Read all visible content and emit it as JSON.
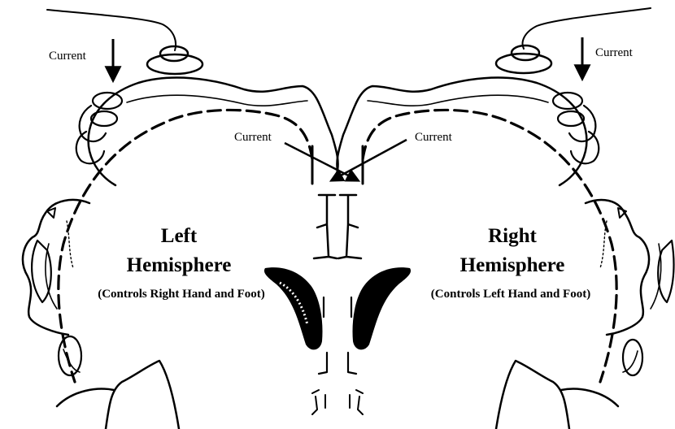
{
  "labels": {
    "current_top_left": "Current",
    "current_top_right": "Current",
    "current_mid_left": "Current",
    "current_mid_right": "Current"
  },
  "left_hemisphere": {
    "title_line1": "Left",
    "title_line2": "Hemisphere",
    "subtitle": "(Controls Right Hand and Foot)"
  },
  "right_hemisphere": {
    "title_line1": "Right",
    "title_line2": "Hemisphere",
    "subtitle": "(Controls Left Hand and Foot)"
  },
  "colors": {
    "ink": "#000000",
    "background": "#ffffff"
  }
}
